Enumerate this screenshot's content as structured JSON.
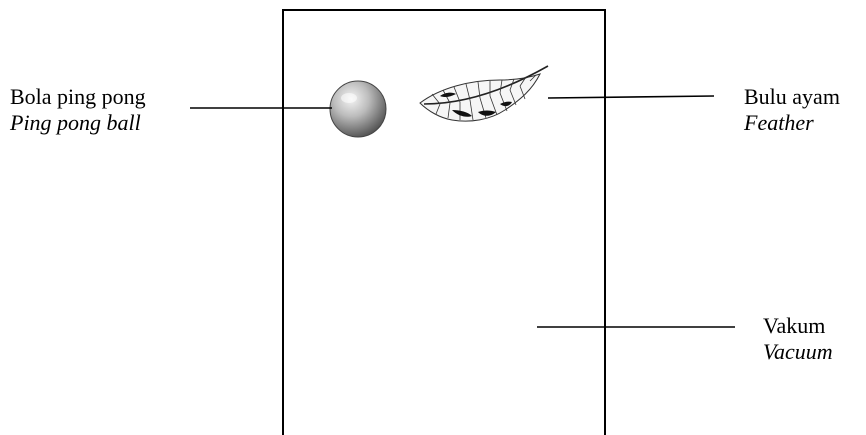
{
  "labels": {
    "ball": {
      "malay": "Bola ping pong",
      "english": "Ping pong ball"
    },
    "feather": {
      "malay": "Bulu ayam",
      "english": "Feather"
    },
    "vacuum": {
      "malay": "Vakum",
      "english": "Vacuum"
    }
  },
  "colors": {
    "line": "#000000",
    "ball_light": "#f2f2f2",
    "ball_dark": "#5a5a5a",
    "feather": "#222222"
  },
  "icons": {
    "ball": "ping-pong-ball-icon",
    "feather": "feather-icon"
  }
}
